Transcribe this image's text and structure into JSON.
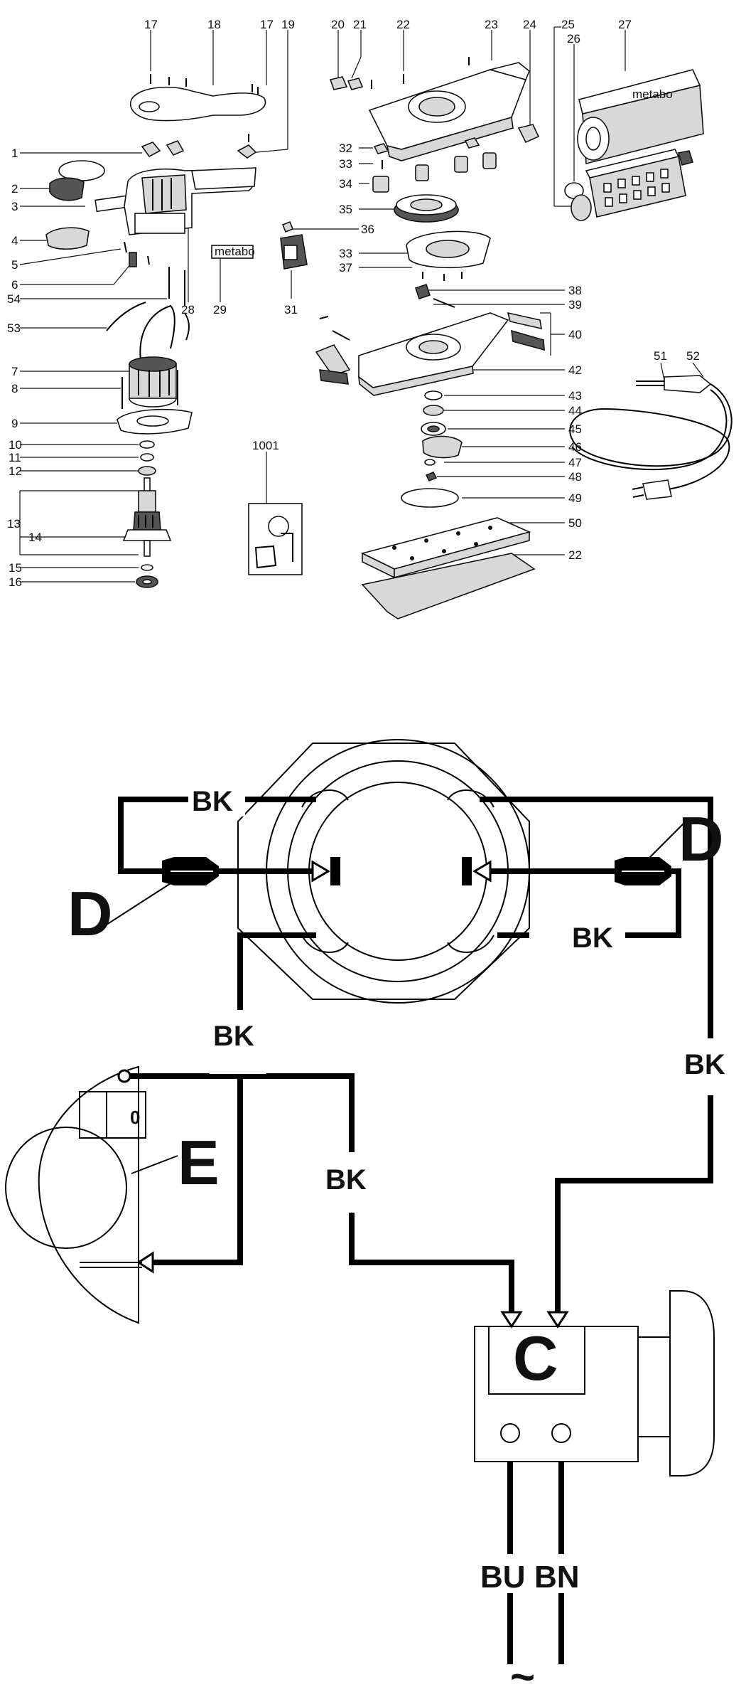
{
  "exploded_view": {
    "labels": {
      "l1": "1",
      "l2": "2",
      "l3": "3",
      "l4": "4",
      "l5": "5",
      "l6": "6",
      "l7": "7",
      "l8": "8",
      "l9": "9",
      "l10": "10",
      "l11": "11",
      "l12": "12",
      "l13": "13",
      "l14": "14",
      "l15": "15",
      "l16": "16",
      "l17a": "17",
      "l17b": "17",
      "l18": "18",
      "l19": "19",
      "l20": "20",
      "l21": "21",
      "l22a": "22",
      "l22b": "22",
      "l23": "23",
      "l24": "24",
      "l25": "25",
      "l26": "26",
      "l27": "27",
      "l28": "28",
      "l29": "29",
      "l31": "31",
      "l32": "32",
      "l33a": "33",
      "l33b": "33",
      "l34": "34",
      "l35": "35",
      "l36": "36",
      "l37": "37",
      "l38": "38",
      "l39": "39",
      "l40": "40",
      "l42": "42",
      "l43": "43",
      "l44": "44",
      "l45": "45",
      "l46": "46",
      "l47": "47",
      "l48": "48",
      "l49": "49",
      "l50": "50",
      "l51": "51",
      "l52": "52",
      "l53": "53",
      "l54": "54",
      "l1001": "1001"
    },
    "logo_text": "metabo"
  },
  "wiring": {
    "wire_labels": {
      "bk_top": "BK",
      "bk_right_mid": "BK",
      "bk_left_vert": "BK",
      "bk_right_vert": "BK",
      "bk_center": "BK"
    },
    "components": {
      "d_left": "D",
      "d_right": "D",
      "e": "E",
      "c": "C"
    },
    "leads": {
      "bu": "BU",
      "bn": "BN"
    },
    "ac_symbol": "~",
    "switch_terminal": "0"
  }
}
